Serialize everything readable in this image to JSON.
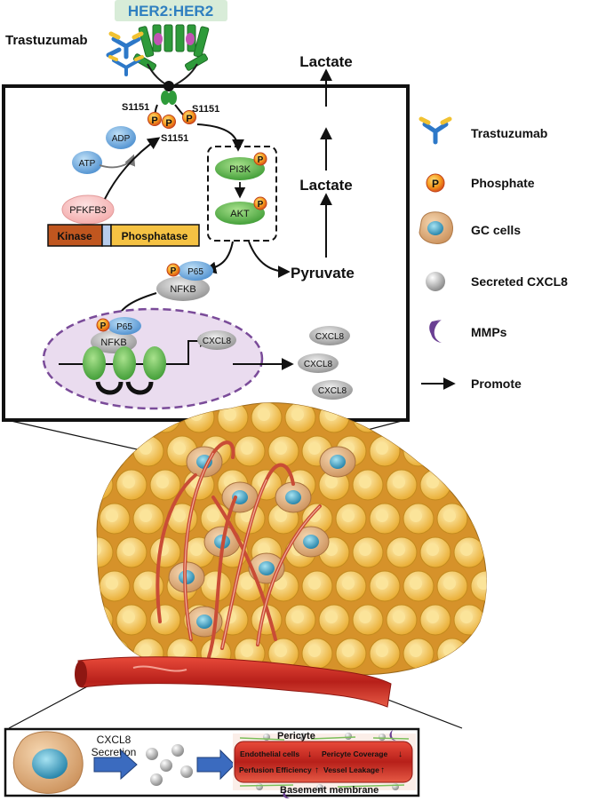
{
  "receptor": {
    "label": "HER2:HER2",
    "drug": "Trastuzumab"
  },
  "pathway": {
    "sites": [
      "S1151",
      "S1151",
      "S1151"
    ],
    "phospho": "P",
    "atp": "ATP",
    "adp": "ADP",
    "pfkfb3": "PFKFB3",
    "kinase": "Kinase",
    "phosphatase": "Phosphatase",
    "pi3k": "PI3K",
    "akt": "AKT",
    "pyruvate": "Pyruvate",
    "lactate_top": "Lactate",
    "lactate_mid": "Lactate",
    "p65": "P65",
    "nfkb": "NFKB",
    "cxcl8": "CXCL8"
  },
  "legend": {
    "trastuzumab": "Trastuzumab",
    "phosphate": "Phosphate",
    "gc_cells": "GC cells",
    "cxcl8": "Secreted CXCL8",
    "mmps": "MMPs",
    "promote": "Promote"
  },
  "bottom": {
    "secretion_line1": "CXCL8",
    "secretion_line2": "Secretion",
    "pericyte": "Pericyte",
    "endothelial": "Endothelial cells",
    "coverage": "Pericyte Coverage",
    "perfusion": "Perfusion Efficiency",
    "leakage": "Vessel Leakage",
    "basement": "Basement membrane"
  },
  "colors": {
    "her2_green": "#2e9b3a",
    "antibody_blue": "#2d78c8",
    "antibody_yellow": "#f1c232",
    "phosphate_orange": "#f07c1e",
    "kinase": "#c0561f",
    "phosphatase": "#f5c243",
    "nucleus_bg": "#eadcef",
    "nucleus_border": "#7a4b99",
    "tumor_cell": "#f2c14e",
    "gc_cell": "#d7a26f",
    "gc_nucleus": "#3fa7c8",
    "vessel": "#c62828"
  }
}
